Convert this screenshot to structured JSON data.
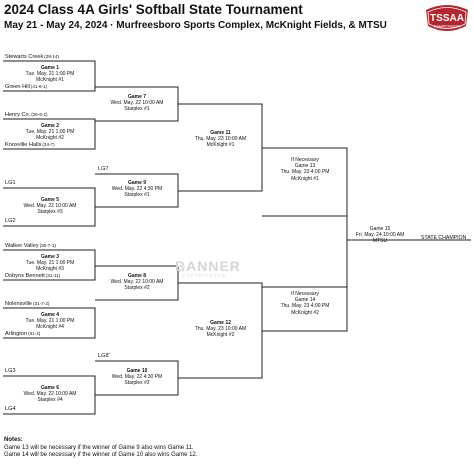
{
  "title": "2024 Class 4A Girls' Softball State Tournament",
  "subtitle": "May 21 - May 24, 2024 · Murfreesboro Sports Complex, McKnight Fields, & MTSU",
  "logo": {
    "text": "TSSAA",
    "subtext": "CHAMPIONSHIPS",
    "color": "#b3262e"
  },
  "teams": [
    {
      "name": "Stewarts Creek",
      "record": "(28-14)"
    },
    {
      "name": "Green Hill",
      "record": "(41-6-1)"
    },
    {
      "name": "Henry Co.",
      "record": "(26-6-1)"
    },
    {
      "name": "Knoxville Halls",
      "record": "(34-7)"
    },
    {
      "name": "LG1",
      "record": ""
    },
    {
      "name": "LG2",
      "record": ""
    },
    {
      "name": "Walker Valley",
      "record": "(30-7-1)"
    },
    {
      "name": "Dobyns Bennett",
      "record": "(31-11)"
    },
    {
      "name": "Nolensville",
      "record": "(31-7-2)"
    },
    {
      "name": "Arlington",
      "record": "(31-4)"
    },
    {
      "name": "LG3",
      "record": ""
    },
    {
      "name": "LG4",
      "record": ""
    }
  ],
  "loser_labels": {
    "lg7": "LG7",
    "lg8": "LG8'"
  },
  "games": {
    "g1": {
      "name": "Game 1",
      "time": "Tue. May. 21 1:00 PM",
      "venue": "McKnight #1"
    },
    "g2": {
      "name": "Game 2",
      "time": "Tue. May. 21 1:00 PM",
      "venue": "McKnight #2"
    },
    "g5": {
      "name": "Game 5",
      "time": "Wed. May. 22 10:00 AM",
      "venue": "Starplex #3"
    },
    "g3": {
      "name": "Game 3",
      "time": "Tue. May. 21 1:00 PM",
      "venue": "McKnight #3"
    },
    "g4": {
      "name": "Game 4",
      "time": "Tue. May. 21 1:00 PM",
      "venue": "McKnight #4"
    },
    "g6": {
      "name": "Game 6",
      "time": "Wed. May. 22 10:00 AM",
      "venue": "Starplex #4"
    },
    "g7": {
      "name": "Game 7",
      "time": "Wed. May. 22 10:00 AM",
      "venue": "Starplex #1"
    },
    "g9": {
      "name": "Game 9",
      "time": "Wed. May. 22 4:30 PM",
      "venue": "Starplex #1"
    },
    "g8": {
      "name": "Game 8",
      "time": "Wed. May. 22 10:00 AM",
      "venue": "Starplex #2"
    },
    "g10": {
      "name": "Game 10",
      "time": "Wed. May. 22 4:30 PM",
      "venue": "Starplex #2"
    },
    "g11": {
      "name": "Game 11",
      "time": "Thu. May. 23 10:00 AM",
      "venue": "McKnight #1"
    },
    "g12": {
      "name": "Game 12",
      "time": "Thu. May. 23 10:00 AM",
      "venue": "McKnight #2"
    },
    "g13": {
      "pre": "If Necessary",
      "name": "Game 13",
      "time": "Thu. May. 23 4:00 PM",
      "venue": "McKnight #1"
    },
    "g14": {
      "pre": "If Necessary",
      "name": "Game 14",
      "time": "Thu. May. 23 4:00 PM",
      "venue": "McKnight #2"
    },
    "g15": {
      "name": "Game 15",
      "time": "Fri. May. 24 10:00 AM",
      "venue": "MTSU"
    }
  },
  "champion_label": "STATE CHAMPION",
  "watermark": {
    "main": "BANNER",
    "sub": "COPYRIGHTED"
  },
  "notes": {
    "heading": "Notes:",
    "lines": [
      "Game 13 will be necessary if the winner of Game 9 also wins Game 11.",
      "Game 14 will be necessary if the winner of Game 10 also wins Game 12."
    ]
  }
}
